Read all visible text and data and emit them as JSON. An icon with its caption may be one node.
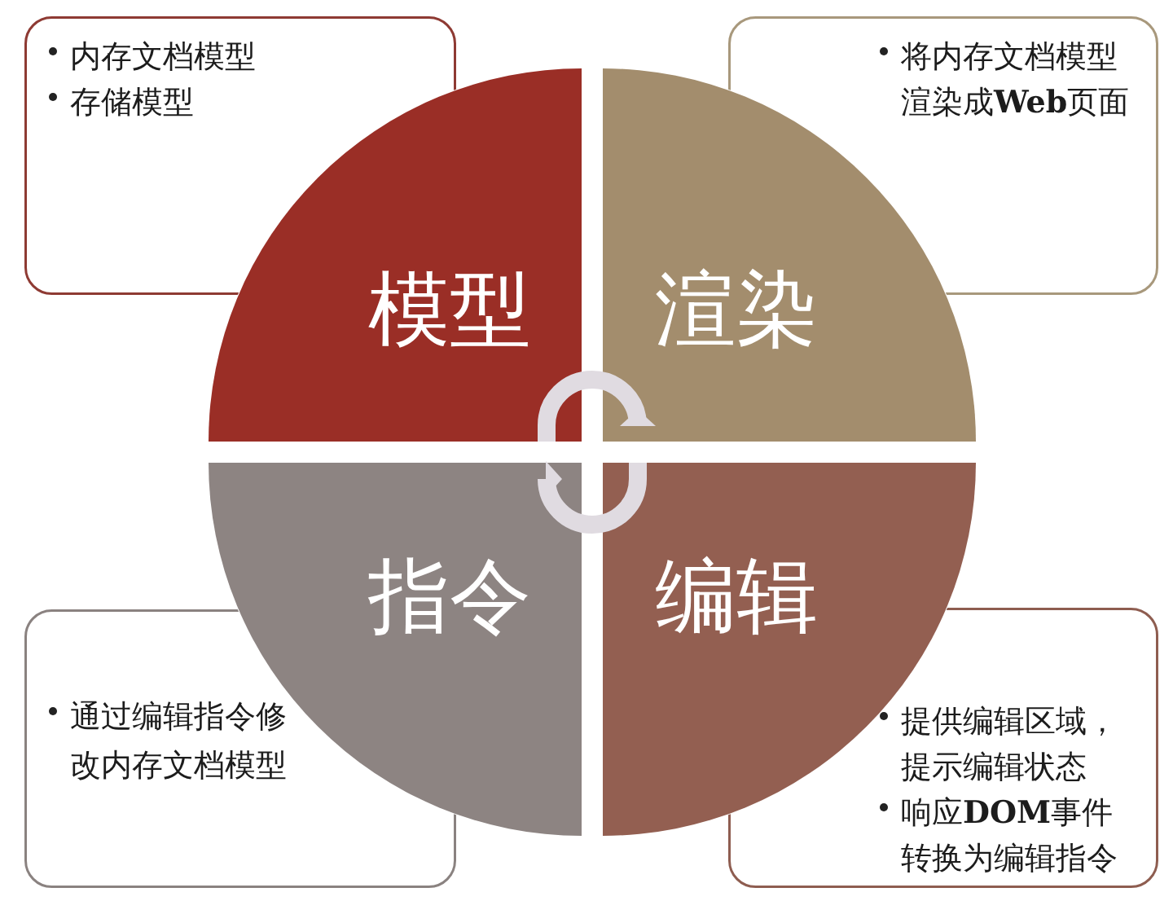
{
  "diagram": {
    "nodes": [
      {
        "text": [
          "内存文档模型",
          "存储模型"
        ]
      },
      {
        "text": [
          "将内存文档模型渲染成**Web**页面"
        ]
      },
      {
        "text": [
          "模型"
        ]
      },
      {
        "text": [
          "渲染"
        ]
      },
      {
        "text": [
          "指令"
        ]
      },
      {
        "text": [
          "编辑"
        ]
      },
      {
        "text": [
          "通过编辑指令修改内存文档模型"
        ]
      },
      {
        "text": [
          "提供编辑区域，提示编辑状态",
          "响应**DOM**事件转换为编辑指令"
        ]
      }
    ],
    "edges": [
      {
        "from": 2,
        "to": 3,
        "arrow": "to"
      },
      {
        "from": 5,
        "to": 4,
        "arrow": "to"
      }
    ]
  }
}
